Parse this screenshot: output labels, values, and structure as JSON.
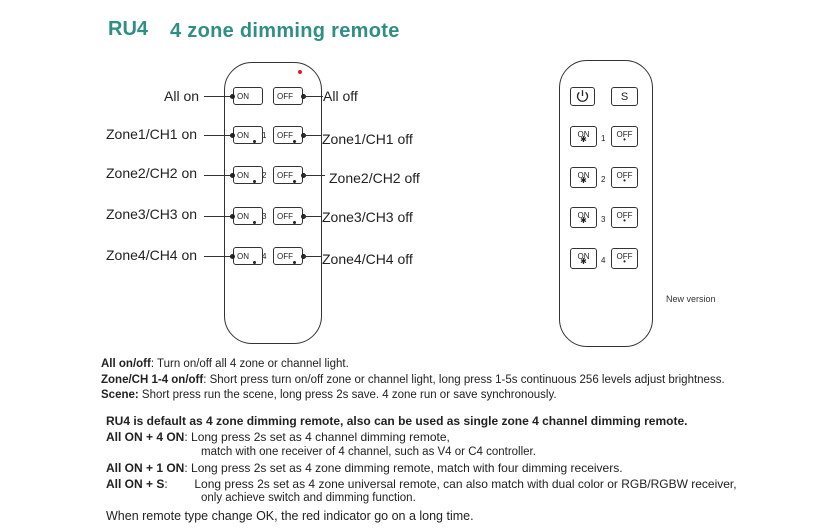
{
  "header": {
    "code": "RU4",
    "title": "4 zone dimming remote"
  },
  "callouts_left": [
    "All on",
    "Zone1/CH1 on",
    "Zone2/CH2 on",
    "Zone3/CH3 on",
    "Zone4/CH4 on"
  ],
  "callouts_right": [
    "All off",
    "Zone1/CH1 off",
    "Zone2/CH2 off",
    "Zone3/CH3 off",
    "Zone4/CH4 off"
  ],
  "remote_old": {
    "on_label": "ON",
    "off_label": "OFF",
    "zone_numbers": [
      "1",
      "2",
      "3",
      "4"
    ],
    "indicator_color": "#e02020"
  },
  "remote_new": {
    "power_icon": "power-icon",
    "scene_label": "S",
    "on_label": "ON",
    "off_label": "OFF",
    "zone_numbers": [
      "1",
      "2",
      "3",
      "4"
    ],
    "caption": "New version"
  },
  "descriptions": {
    "all_onoff_term": "All on/off",
    "all_onoff_text": ":  Turn on/off all 4 zone or channel light.",
    "zone_term": "Zone/CH 1-4 on/off",
    "zone_text": ": Short press turn on/off zone or channel light, long press 1-5s continuous 256 levels adjust brightness.",
    "scene_term": "Scene:",
    "scene_text": " Short press run the scene, long press 2s save. 4 zone run or save synchronously.",
    "default_line": "RU4 is default as 4 zone dimming remote, also can be used as single zone 4 channel dimming remote.",
    "combo1_term": "All ON + 4 ON",
    "combo1_text": ": Long press 2s set as 4 channel dimming remote,",
    "combo1_cont": "match with one receiver of 4 channel, such as V4 or C4 controller.",
    "combo2_term": "All ON + 1 ON",
    "combo2_text": ": Long press 2s set as 4 zone dimming remote, match with four dimming receivers.",
    "combo3_term": "All ON + S",
    "combo3_text": ":        Long press 2s set as 4 zone universal remote, can also match with dual color or RGB/RGBW receiver,",
    "combo3_cont": "only achieve switch and dimming function.",
    "footer": "When remote type change OK, the red indicator go on a long time."
  }
}
